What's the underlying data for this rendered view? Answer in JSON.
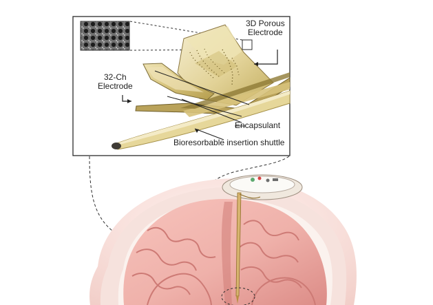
{
  "labels": {
    "porous_electrode_line1": "3D Porous",
    "porous_electrode_line2": "Electrode",
    "ch32_electrode_line1": "32-Ch",
    "ch32_electrode_line2": "Electrode",
    "encapsulant": "Encapsulant",
    "shuttle": "Bioresorbable insertion shuttle"
  },
  "colors": {
    "inset_border": "#2b2b2b",
    "electrode_fill": "#d9c98b",
    "electrode_edge": "#7b6a34",
    "encapsulant_fill": "#9c8a44",
    "brain_fill": "#f0b4ad",
    "brain_dark": "#d88c86",
    "skin_fill": "#f7d7d2",
    "bone_fill": "#f6ede7",
    "dashed_line": "#2d2d2d"
  },
  "icons": {
    "micro_image": "porous-micrograph-icon",
    "implant": "implant-icon",
    "insertion_shuttle": "shuttle-icon",
    "brain": "brain-icon"
  }
}
